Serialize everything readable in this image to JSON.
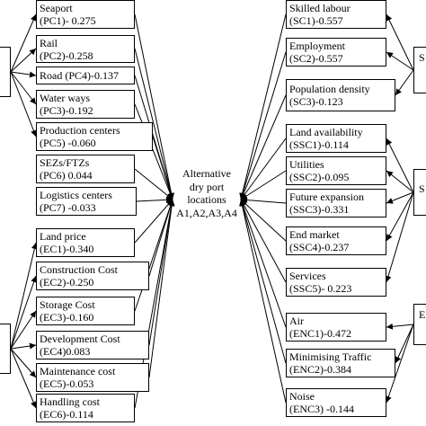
{
  "center": {
    "lines": [
      "Alternative",
      "dry port",
      "locations",
      "A1,A2,A3,A4"
    ]
  },
  "left_groups": [
    {
      "label": ""
    },
    {
      "label": ""
    }
  ],
  "right_groups": [
    {
      "label": "S"
    },
    {
      "label": "S"
    },
    {
      "label": "E"
    }
  ],
  "left_boxes": [
    {
      "line1": "Seaport",
      "line2": "(PC1)- 0.275"
    },
    {
      "line1": "Rail",
      "line2": "(PC2)-0.258"
    },
    {
      "line1": "Road (PC4)-0.137",
      "line2": ""
    },
    {
      "line1": "Water ways",
      "line2": "(PC3)-0.192"
    },
    {
      "line1": "Production centers",
      "line2": "(PC5) -0.060"
    },
    {
      "line1": "SEZs/FTZs",
      "line2": "(PC6) 0.044"
    },
    {
      "line1": "Logistics centers",
      "line2": "(PC7) -0.033"
    },
    {
      "line1": "Land price",
      "line2": "(EC1)-0.340"
    },
    {
      "line1": "Construction Cost",
      "line2": "(EC2)-0.250"
    },
    {
      "line1": "Storage Cost",
      "line2": "(EC3)-0.160"
    },
    {
      "line1": "Development Cost",
      "line2": "(EC4)0.083"
    },
    {
      "line1": "Maintenance  cost",
      "line2": "(EC5)-0.053"
    },
    {
      "line1": "Handling cost",
      "line2": "(EC6)-0.114"
    }
  ],
  "right_boxes": [
    {
      "line1": "Skilled labour",
      "line2": "(SC1)-0.557"
    },
    {
      "line1": "Employment",
      "line2": "(SC2)-0.557"
    },
    {
      "line1": "Population density",
      "line2": "(SC3)-0.123"
    },
    {
      "line1": "Land availability",
      "line2": "(SSC1)-0.114"
    },
    {
      "line1": "Utilities",
      "line2": "(SSC2)-0.095"
    },
    {
      "line1": "Future expansion",
      "line2": "(SSC3)-0.331"
    },
    {
      "line1": "End market",
      "line2": "(SSC4)-0.237"
    },
    {
      "line1": "Services",
      "line2": "(SSC5)- 0.223"
    },
    {
      "line1": "Air",
      "line2": "(ENC1)-0.472"
    },
    {
      "line1": "Minimising Traffic",
      "line2": "(ENC2)-0.384"
    },
    {
      "line1": "Noise",
      "line2": "(ENC3) -0.144"
    }
  ]
}
